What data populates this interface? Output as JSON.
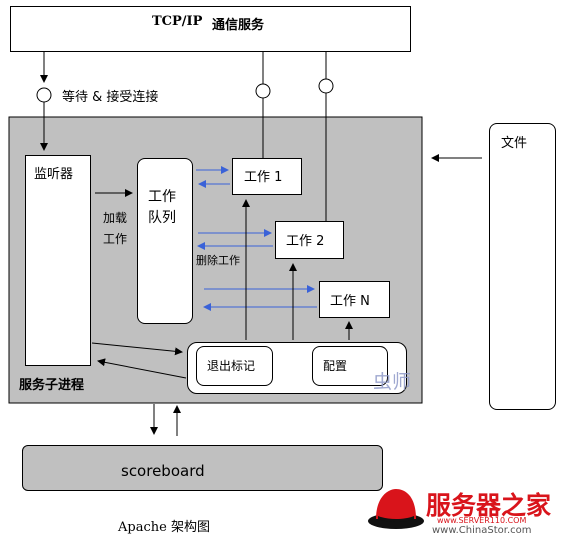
{
  "top_service": {
    "protocol": "TCP/IP",
    "label": "通信服务"
  },
  "connection": {
    "wait_label": "等待 & 接受连接"
  },
  "listener": {
    "label": "监听器"
  },
  "load_work": {
    "line1": "加载",
    "line2": "工作"
  },
  "queue": {
    "line1": "工作",
    "line2": "队列"
  },
  "workers": [
    {
      "label": "工作 1"
    },
    {
      "label": "工作 2"
    },
    {
      "label": "工作 N"
    }
  ],
  "delete_work": {
    "label": "删除工作"
  },
  "exit_flag": {
    "label": "退出标记"
  },
  "config": {
    "label": "配置"
  },
  "child_process": {
    "label": "服务子进程"
  },
  "watermark_cn": {
    "label": "虫师"
  },
  "file": {
    "label": "文件"
  },
  "scoreboard": {
    "label": "scoreboard"
  },
  "caption": {
    "label": "Apache 架构图"
  },
  "logo": {
    "title": "服务器之家",
    "url1": "www.SERVER110.COM",
    "url2": "www.ChinaStor.com"
  },
  "colors": {
    "server_bg": "#c0c0c0",
    "arrow_blue": "#3a62d8",
    "scoreboard_bg": "#c0c0c0",
    "logo_red": "#d9141b",
    "watermark": "#8f9ac8"
  }
}
